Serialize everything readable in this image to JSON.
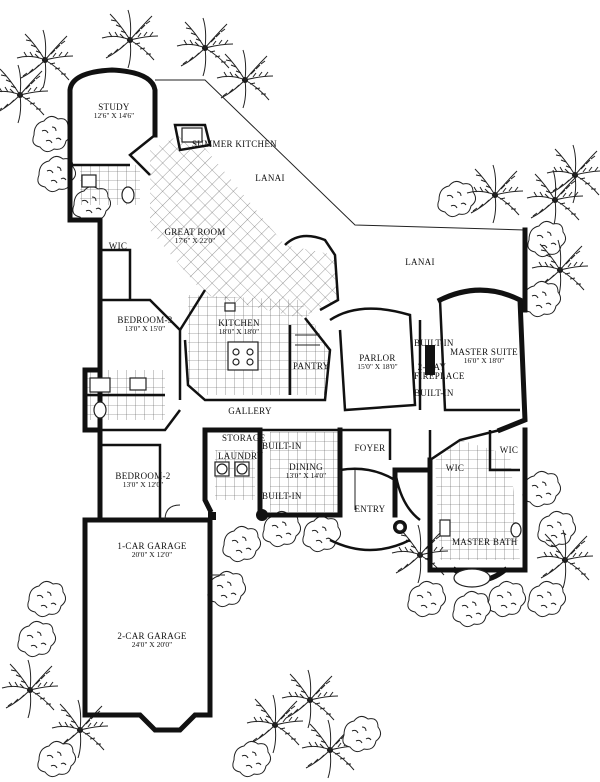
{
  "rooms": {
    "study": {
      "name": "STUDY",
      "dims": "12'6\" X 14'6\""
    },
    "summer_kitchen": {
      "name": "SUMMER KITCHEN"
    },
    "lanai_left": {
      "name": "LANAI"
    },
    "lanai_right": {
      "name": "LANAI"
    },
    "great_room": {
      "name": "GREAT ROOM",
      "dims": "17'6\" X 22'0\""
    },
    "wic_left": {
      "name": "WIC"
    },
    "bedroom3": {
      "name": "BEDROOM-3",
      "dims": "13'0\" X 15'0\""
    },
    "kitchen": {
      "name": "KITCHEN",
      "dims": "18'0\" X 18'0\""
    },
    "pantry": {
      "name": "PANTRY"
    },
    "parlor": {
      "name": "PARLOR",
      "dims": "15'0\" X 18'0\""
    },
    "built_in_top": {
      "name": "BUILT-IN"
    },
    "fireplace": {
      "name": "2-WAY FIREPLACE"
    },
    "built_in_bottom": {
      "name": "BUILT-IN"
    },
    "master_suite": {
      "name": "MASTER SUITE",
      "dims": "16'0\" X 18'0\""
    },
    "gallery": {
      "name": "GALLERY"
    },
    "storage": {
      "name": "STORAGE"
    },
    "laundry": {
      "name": "LAUNDRY"
    },
    "built_in_dining_top": {
      "name": "BUILT-IN"
    },
    "built_in_dining_bottom": {
      "name": "BUILT-IN"
    },
    "dining": {
      "name": "DINING",
      "dims": "13'0\" X 14'0\""
    },
    "foyer": {
      "name": "FOYER"
    },
    "entry": {
      "name": "ENTRY"
    },
    "wic_master_left": {
      "name": "WIC"
    },
    "wic_master_right": {
      "name": "WIC"
    },
    "master_bath": {
      "name": "MASTER BATH"
    },
    "bedroom2": {
      "name": "BEDROOM-2",
      "dims": "13'0\" X 12'0\""
    },
    "garage1": {
      "name": "1-CAR GARAGE",
      "dims": "20'0\" X 12'0\""
    },
    "garage2": {
      "name": "2-CAR GARAGE",
      "dims": "24'0\" X 20'0\""
    }
  }
}
